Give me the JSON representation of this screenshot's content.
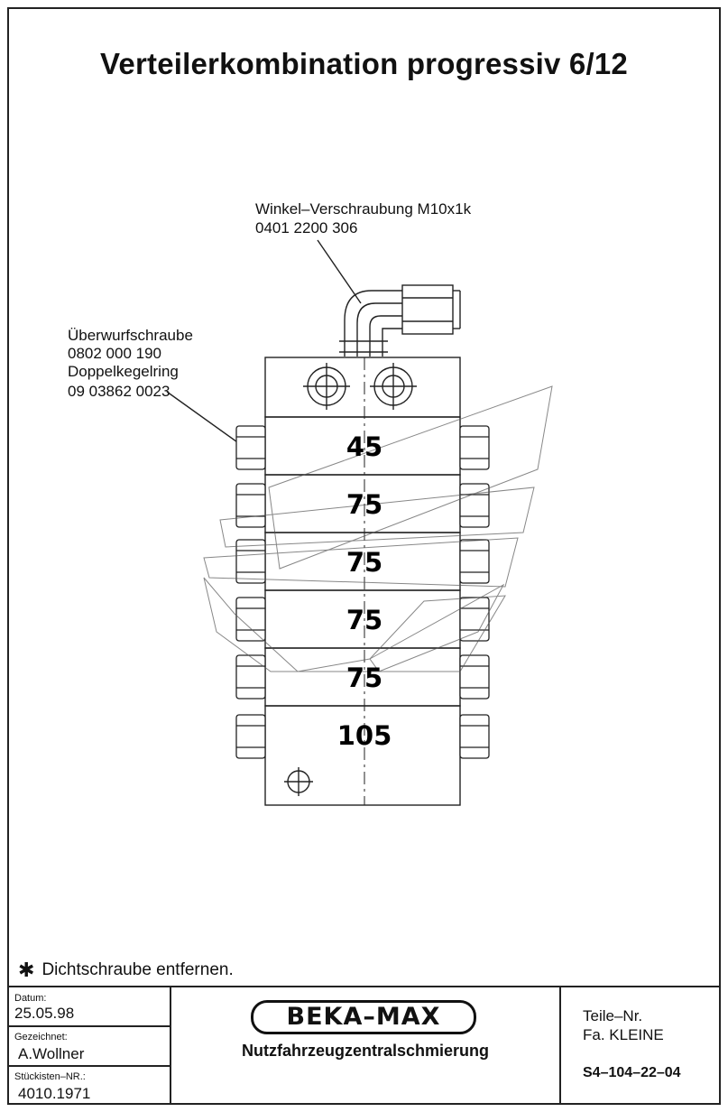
{
  "title": "Verteilerkombination progressiv 6/12",
  "callouts": {
    "fitting_name": "Winkel–Verschraubung M10x1k",
    "fitting_number": "0401 2200 306",
    "screw_name": "Überwurfschraube",
    "screw_number": "0802 000 190",
    "ring_name": "Doppelkegelring",
    "ring_number": "09 03862 0023"
  },
  "sections": [
    "45",
    "75",
    "75",
    "75",
    "75",
    "105"
  ],
  "footnote": {
    "symbol": "✱",
    "text": "Dichtschraube entfernen."
  },
  "title_block": {
    "date_label": "Datum:",
    "date_value": "25.05.98",
    "drawn_label": "Gezeichnet:",
    "drawn_value": "A.Wollner",
    "list_label": "Stückisten–NR.:",
    "list_value": "4010.1971",
    "brand": "BEKA–MAX",
    "subtitle": "Nutzfahrzeugzentralschmierung",
    "part_label": "Teile–Nr.",
    "company": "Fa. KLEINE",
    "part_number": "S4–104–22–04"
  }
}
